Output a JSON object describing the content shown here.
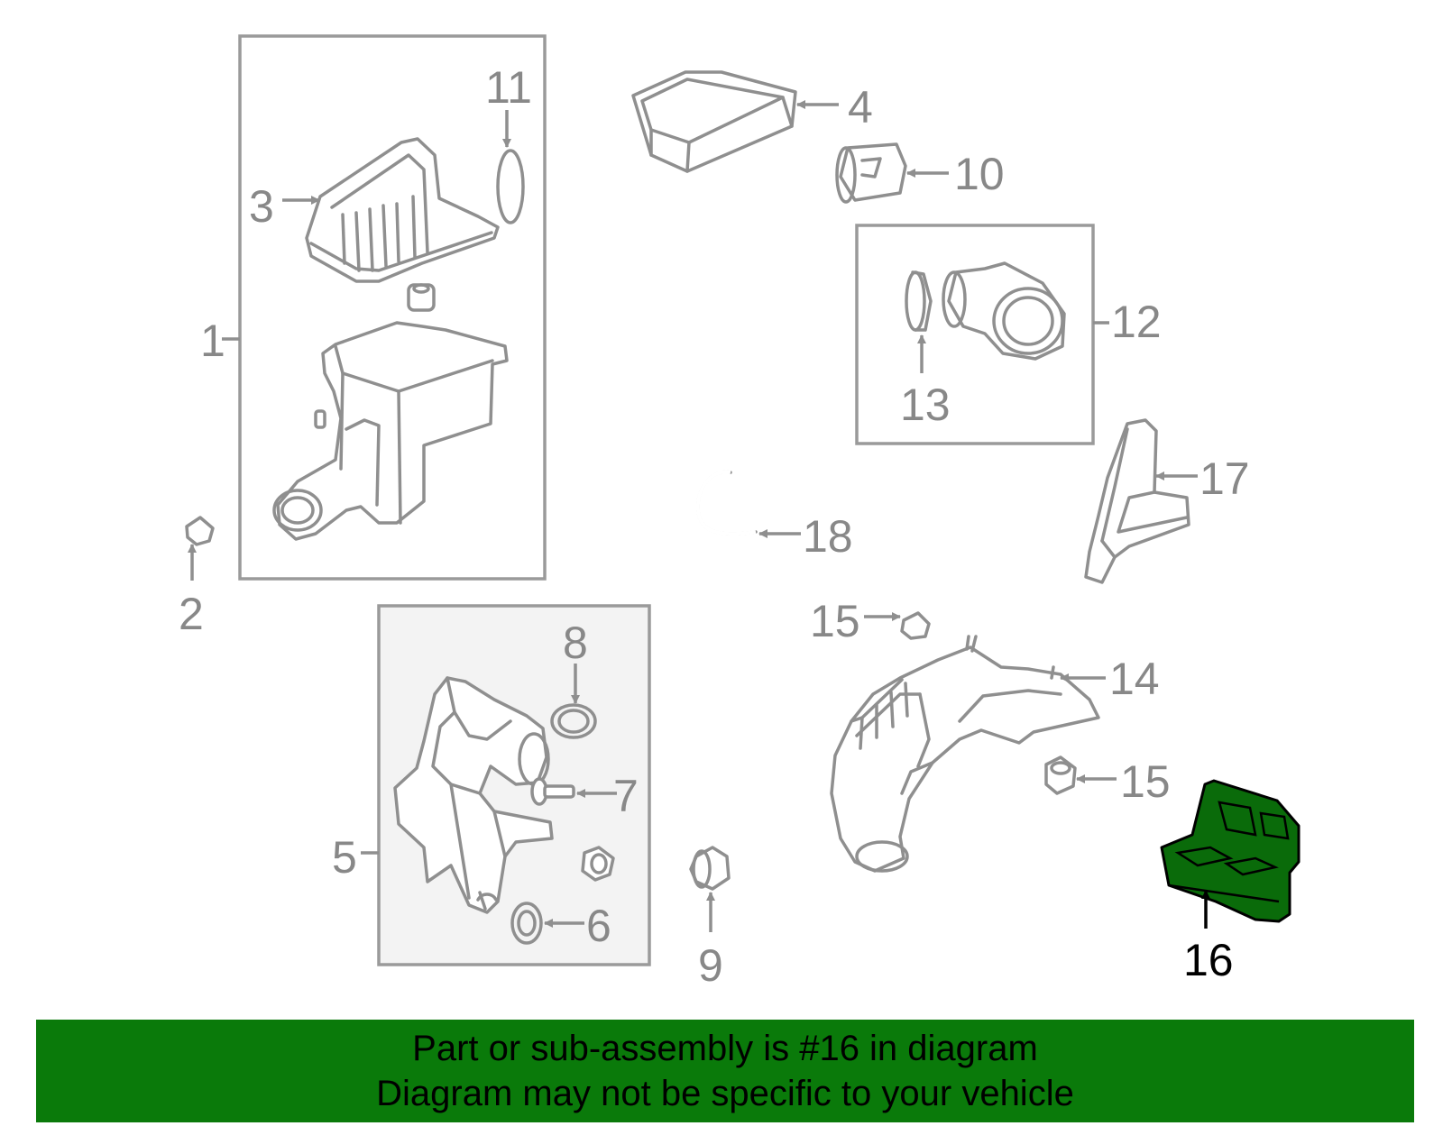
{
  "callouts": {
    "c1": "1",
    "c2": "2",
    "c3": "3",
    "c4": "4",
    "c5": "5",
    "c6": "6",
    "c7": "7",
    "c8": "8",
    "c9": "9",
    "c10": "10",
    "c11": "11",
    "c12": "12",
    "c13": "13",
    "c14": "14",
    "c15a": "15",
    "c15b": "15",
    "c16": "16",
    "c17": "17",
    "c18": "18"
  },
  "highlight": {
    "part_number": "16",
    "fill_color": "#0a6b0a"
  },
  "banner": {
    "line1": "Part or sub-assembly is #16 in diagram",
    "line2": "Diagram may not be specific to your vehicle",
    "background_color": "#0a7a0a"
  }
}
